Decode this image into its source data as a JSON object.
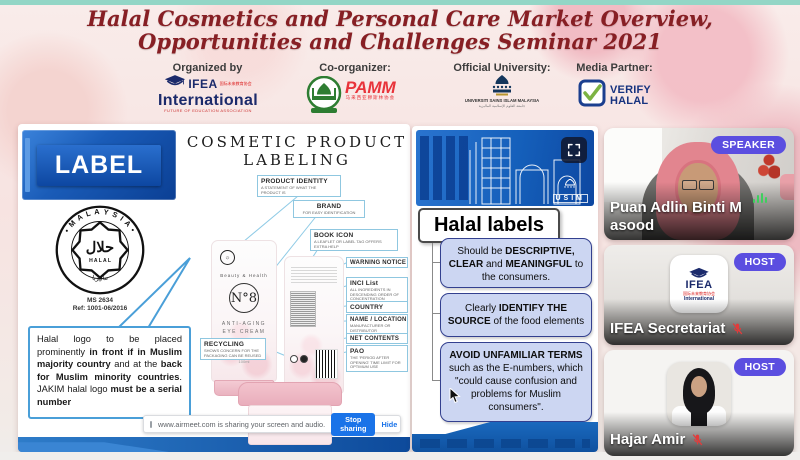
{
  "banner": {
    "title_line1": "Halal Cosmetics and Personal Care Market Overview,",
    "title_line2": "Opportunities and Challenges Seminar 2021"
  },
  "partners": {
    "organized_by_label": "Organized by",
    "ifea_acronym": "IFEA",
    "ifea_cn": "国际未来教育协会",
    "ifea_name": "International",
    "ifea_tagline": "FUTURE OF EDUCATION ASSOCIATION",
    "co_organizer_label": "Co-organizer:",
    "pamm": "PAMM",
    "pamm_cn": "马来西亚穆斯林协会",
    "official_university_label": "Official University:",
    "usim_name": "UNIVERSITI SAINS ISLAM MALAYSIA",
    "usim_arabic": "جامعة العلوم الإسلامية الماليزية",
    "media_partner_label": "Media Partner:",
    "verify_line1": "VERIFY",
    "verify_line2": "HALAL"
  },
  "slide_left": {
    "label_title": "LABEL",
    "halal_logo": {
      "arc_top": "• M A L A Y S I A •",
      "arc_bottom": "ماليزيا",
      "arabic": "حلال",
      "halal": "H A L A L",
      "standard": "MS 2634",
      "ref": "Ref: 1001-06/2016"
    },
    "note": {
      "s1": "Halal logo to be placed prominently ",
      "b1": "in front if in Muslim majority country",
      "s2": " and at the ",
      "b2": "back for Muslim minority countries",
      "s3": ". JAKIM halal logo ",
      "b3": "must be a serial number"
    },
    "diagram_title_line1": "COSMETIC PRODUCT",
    "diagram_title_line2": "LABELING",
    "callouts": {
      "product_identity": {
        "title": "PRODUCT IDENTITY",
        "sub": "A STATEMENT OF WHAT THE PRODUCT IS"
      },
      "brand": {
        "title": "BRAND",
        "sub": "FOR EASY IDENTIFICATION"
      },
      "book_icon": {
        "title": "BOOK ICON",
        "sub": "A LEAFLET OR LABEL TAG OFFERS EXTRA HELP"
      },
      "warning_notice": {
        "title": "WARNING NOTICE"
      },
      "inci_list": {
        "title": "INCI List",
        "sub": "ALL INGREDIENTS IN DESCENDING ORDER OF CONCENTRATION"
      },
      "country": {
        "title": "COUNTRY"
      },
      "name_location": {
        "title": "NAME / LOCATION",
        "sub": "MANUFACTURER OR DISTRIBUTOR"
      },
      "net_contents": {
        "title": "NET CONTENTS"
      },
      "pao": {
        "title": "PAO",
        "sub": "THE 'PERIOD AFTER OPENING' TIME LIMIT FOR OPTIMUM USE"
      },
      "recycling": {
        "title": "RECYCLING",
        "sub": "SHOWS CONCERN FOR THE PACKAGING CAN BE REUSED"
      }
    },
    "product": {
      "brand": "Beauty & Health",
      "no": "N°8",
      "line1": "ANTI-AGING",
      "line2": "EYE CREAM",
      "size": "100ml",
      "logo_mark": "۞"
    }
  },
  "slide_right": {
    "title": "Halal labels",
    "usim_badge": "USIM",
    "box1": {
      "s1": "Should be ",
      "b1": "DESCRIPTIVE, CLEAR",
      "s2": " and ",
      "b2": "MEANINGFUL",
      "s3": " to the consumers."
    },
    "box2": {
      "s1": "Clearly ",
      "b1": "IDENTIFY THE SOURCE",
      "s2": " of the food elements"
    },
    "box3": {
      "b1": "AVOID UNFAMILIAR TERMS",
      "s1": " such as the E-numbers, which \"could cause confusion and problems for Muslim consumers\"."
    }
  },
  "participants": {
    "speaker": {
      "badge": "SPEAKER",
      "name": "Puan Adlin Binti M asood"
    },
    "host1": {
      "badge": "HOST",
      "name": "IFEA Secretariat"
    },
    "host2": {
      "badge": "HOST",
      "name": "Hajar Amir"
    }
  },
  "share_bar": {
    "message": "www.airmeet.com is sharing your screen and audio.",
    "stop_button": "Stop sharing",
    "hide_link": "Hide"
  },
  "colors": {
    "badge_purple": "#5b4ee0",
    "panel_blue": "#1565c0",
    "stop_button_blue": "#1a73e8",
    "title_maroon": "#871f24",
    "callout_border_blue": "#8fc7e0",
    "content_box_fill": "#ccd6f2"
  }
}
